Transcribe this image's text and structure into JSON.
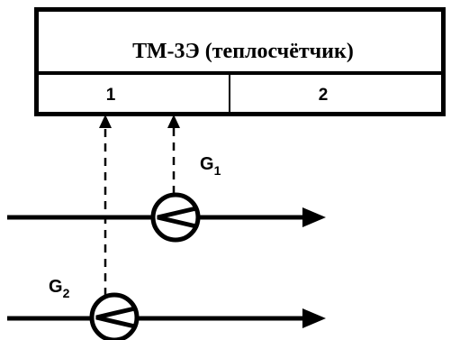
{
  "device": {
    "title": "ТМ-3Э (теплосчётчик)",
    "channels": [
      "1",
      "2"
    ]
  },
  "flows": [
    {
      "symbol": "G",
      "index": "1",
      "connected_channel": "1"
    },
    {
      "symbol": "G",
      "index": "2",
      "connected_channel": "1"
    }
  ],
  "colors": {
    "stroke": "#000000",
    "background": "#ffffff"
  }
}
